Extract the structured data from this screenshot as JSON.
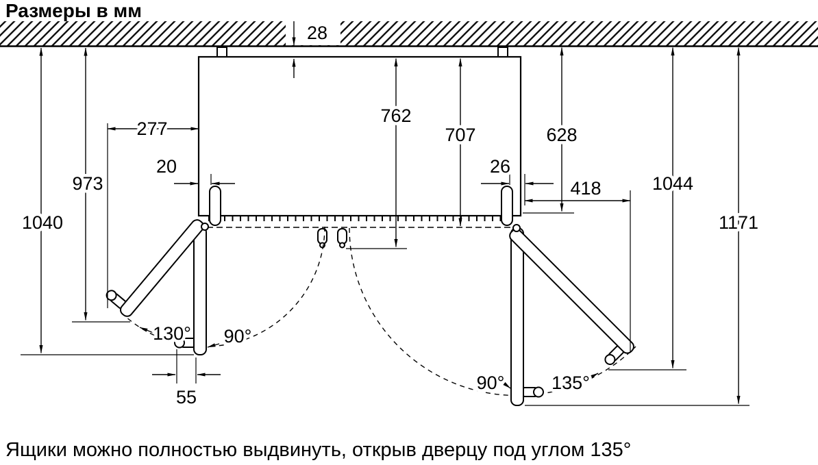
{
  "title": "Размеры в мм",
  "footnote": "Ящики можно полностью выдвинуть, открыв дверцу под углом 135°",
  "dims": {
    "wall_gap": "28",
    "total_depth": "762",
    "door_depth": "707",
    "niche_depth": "628",
    "left_side_clearance": "277",
    "left_hinge_offset": "20",
    "right_hinge_offset": "26",
    "right_door_swing": "418",
    "left_depth_90": "973",
    "left_depth_open": "1040",
    "right_depth_open": "1044",
    "right_depth_90": "1171",
    "handle_protrusion": "55"
  },
  "angles": {
    "left_open": "130°",
    "left_90": "90°",
    "right_90": "90°",
    "right_open": "135°"
  }
}
